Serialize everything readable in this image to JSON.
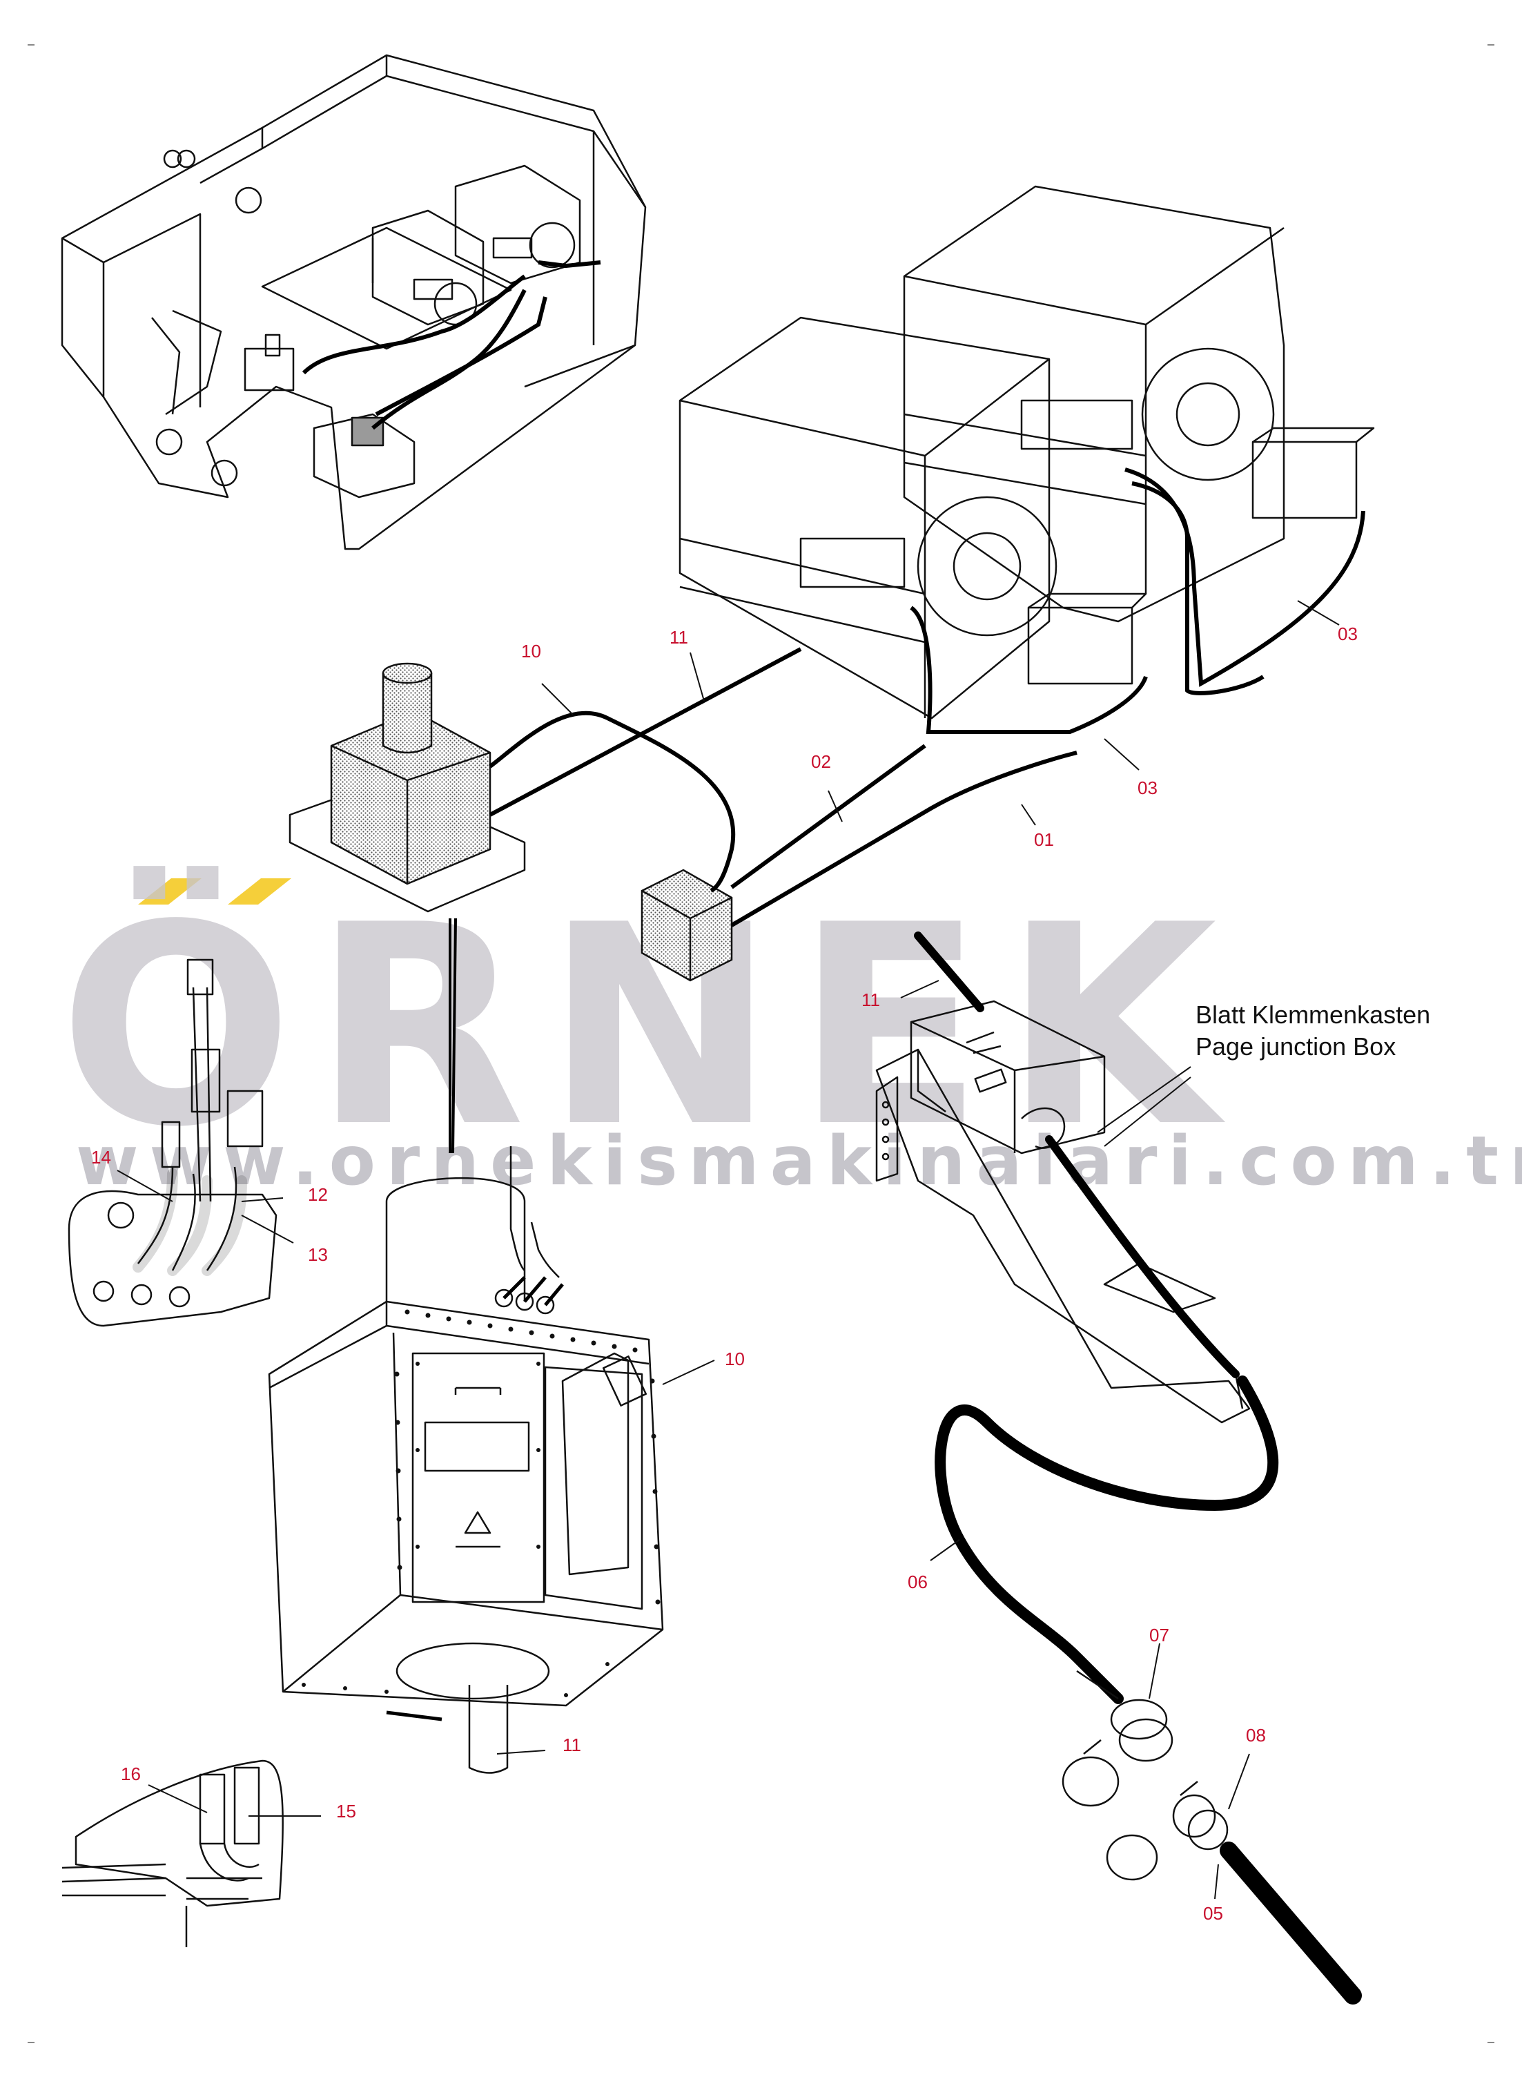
{
  "watermark": {
    "brand": "ÖRNEK",
    "url": "www.ornekismakinalari.com.tr",
    "accent_color": "#f5cf3a",
    "brand_color": "#c8c6cc"
  },
  "junction_box_reference": {
    "line1": "Blatt Klemmenkasten",
    "line2": "Page junction Box"
  },
  "callouts": [
    {
      "id": "c10-top",
      "label": "10"
    },
    {
      "id": "c11-top",
      "label": "11"
    },
    {
      "id": "c03-right",
      "label": "03"
    },
    {
      "id": "c02",
      "label": "02"
    },
    {
      "id": "c03-mid",
      "label": "03"
    },
    {
      "id": "c01",
      "label": "01"
    },
    {
      "id": "c11-box",
      "label": "11"
    },
    {
      "id": "c14",
      "label": "14"
    },
    {
      "id": "c12",
      "label": "12"
    },
    {
      "id": "c13",
      "label": "13"
    },
    {
      "id": "c10-mid",
      "label": "10"
    },
    {
      "id": "c06",
      "label": "06"
    },
    {
      "id": "c07",
      "label": "07"
    },
    {
      "id": "c08",
      "label": "08"
    },
    {
      "id": "c11-bottom",
      "label": "11"
    },
    {
      "id": "c16",
      "label": "16"
    },
    {
      "id": "c15",
      "label": "15"
    },
    {
      "id": "c05",
      "label": "05"
    }
  ],
  "colors": {
    "callout": "#c8102e",
    "line": "#111111",
    "shade": "#d9d9d9"
  }
}
